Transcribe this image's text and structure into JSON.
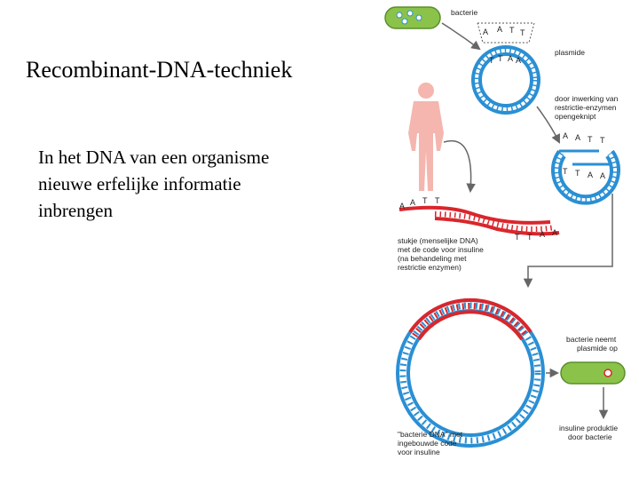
{
  "slide": {
    "title": "Recombinant-DNA-techniek",
    "body_lines": [
      "In het DNA van een organisme",
      "nieuwe erfelijke informatie",
      "inbrengen"
    ]
  },
  "figure": {
    "labels": {
      "bacterie": "bacterie",
      "plasmide": "plasmide",
      "restrictie": [
        "door inwerking van",
        "restrictie-enzymen",
        "opengeknipt"
      ],
      "stukje": [
        "stukje (menselijke DNA)",
        "met de code voor insuline",
        "(na behandeling met",
        "restrictie enzymen)"
      ],
      "neemt": [
        "bacterie neemt",
        "plasmide op"
      ],
      "bacterie_dna": [
        "\"bacterie DNA\" met",
        "ingebouwde code",
        "voor insuline"
      ],
      "insuline": [
        "insuline produktie",
        "door bacterie"
      ]
    },
    "bases": {
      "top_gap_upper": [
        "A",
        "A",
        "T",
        "T"
      ],
      "top_gap_lower": [
        "T",
        "T",
        "A",
        "A"
      ],
      "cut_upper": [
        "A",
        "A",
        "T",
        "T"
      ],
      "cut_lower": [
        "T",
        "T",
        "A",
        "A"
      ],
      "human_left": [
        "A",
        "A",
        "T",
        "T"
      ],
      "human_right": [
        "T",
        "T",
        "A",
        "A"
      ]
    },
    "colors": {
      "dna_blue": "#2a8fd4",
      "dna_red": "#d9262c",
      "bacteria_green": "#8bc34a",
      "body_pink": "#f4b6ae"
    }
  }
}
